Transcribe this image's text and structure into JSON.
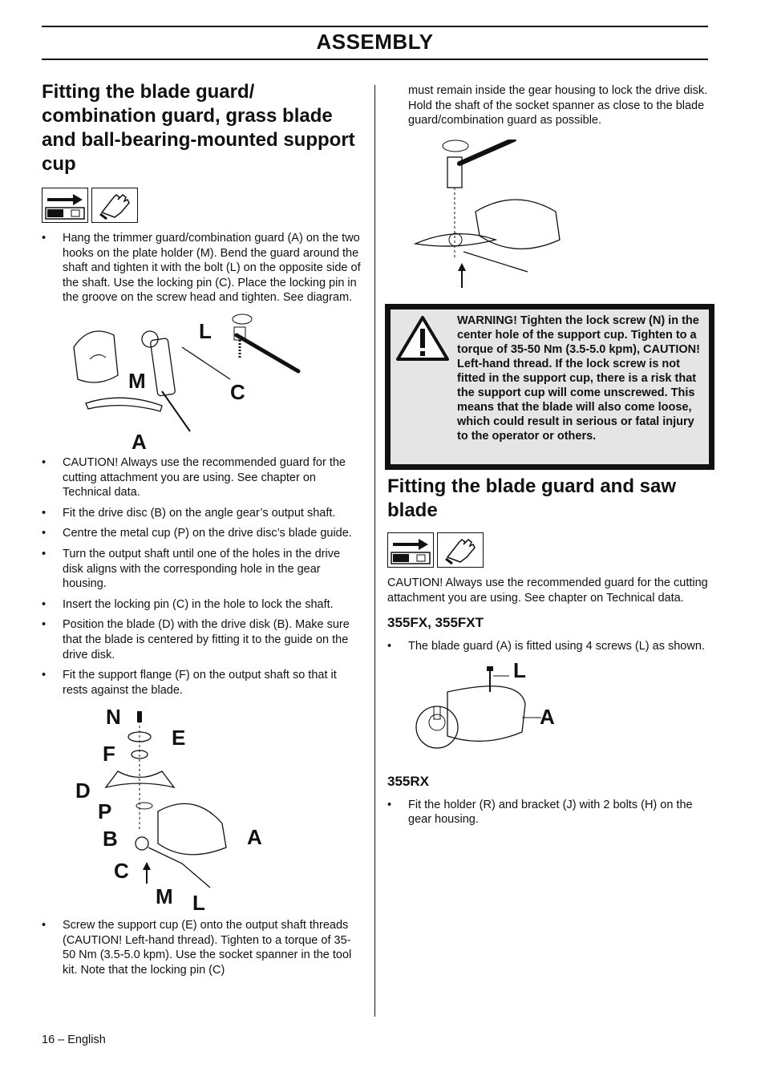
{
  "header": {
    "title": "ASSEMBLY"
  },
  "left": {
    "heading": "Fitting the blade guard/ combination guard, grass blade and ball-bearing-mounted support cup",
    "bullet1": "Hang the trimmer guard/combination guard (A) on the two hooks on the plate holder (M). Bend the guard around the shaft and tighten it with the bolt (L) on the opposite side of the shaft. Use the locking pin (C). Place the locking pin in the groove on the screw head and tighten. See diagram.",
    "fig1_labels": {
      "l": "L",
      "m": "M",
      "c": "C",
      "a": "A"
    },
    "bullets2": [
      " CAUTION! Always use the recommended guard for the cutting attachment you are using. See chapter on Technical data.",
      "Fit the drive disc (B) on the angle gear’s output shaft.",
      "Centre the metal cup (P) on the drive disc’s blade guide.",
      "Turn the output shaft until one of the holes in the drive disk aligns with the corresponding hole in the gear housing.",
      "Insert the locking pin (C) in the hole to lock the shaft.",
      "Position the blade (D) with the drive disk (B). Make sure that the blade is centered by fitting it to the guide on the drive disk.",
      "Fit the support flange (F) on the output shaft so that it rests against the blade."
    ],
    "fig2_labels": {
      "n": "N",
      "e": "E",
      "f": "F",
      "d": "D",
      "p": "P",
      "b": "B",
      "a": "A",
      "c": "C",
      "m": "M",
      "l": "L"
    },
    "bullet3": "Screw the support cup (E) onto the output shaft threads (CAUTION!  Left-hand thread). Tighten to a torque of 35-50 Nm (3.5-5.0 kpm). Use the socket spanner in the tool kit. Note that the locking pin (C)"
  },
  "right": {
    "continuation": "must remain inside the gear housing to lock the drive disk. Hold the shaft of the socket spanner as close to the blade guard/combination guard as possible.",
    "warning": "WARNING! Tighten the lock screw (N) in the center hole of the support cup. Tighten to a torque of 35-50 Nm (3.5-5.0 kpm), CAUTION! Left-hand thread. If the lock screw is not fitted in the support cup, there is a risk that the support cup will come unscrewed. This means that the blade will also come loose, which could result in serious or fatal injury to the operator or others.",
    "heading2": "Fitting the blade guard and saw blade",
    "caution": "CAUTION! Always use the recommended guard for the cutting attachment you are using. See chapter on Technical data.",
    "sub1": "355FX, 355FXT",
    "sub1_bullet": "The blade guard (A) is fitted using 4 screws (L) as shown.",
    "fig4_labels": {
      "l": "L",
      "a": "A"
    },
    "sub2": "355RX",
    "sub2_bullet": "Fit the holder (R) and bracket (J) with 2 bolts (H) on the gear housing."
  },
  "footer": {
    "page": "16 – English"
  }
}
